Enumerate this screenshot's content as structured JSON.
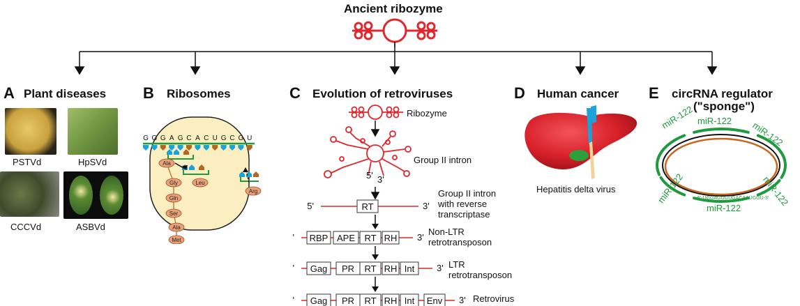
{
  "top": {
    "title": "Ancient ribozyme"
  },
  "panels": {
    "a": {
      "letter": "A",
      "title": "Plant diseases",
      "photos": [
        {
          "label": "PSTVd",
          "color": "#d9b85a"
        },
        {
          "label": "HpSVd",
          "color": "#7fa34f"
        },
        {
          "label": "CCCVd",
          "color": "#4d5a3a"
        },
        {
          "label": "ASBVd",
          "color": "#3f6b2e"
        }
      ]
    },
    "b": {
      "letter": "B",
      "title": "Ribosomes",
      "sequence": [
        "G",
        "G",
        "G",
        "A",
        "G",
        "C",
        "A",
        "C",
        "U",
        "G",
        "C",
        "G",
        "U"
      ],
      "amino_acids": [
        "Ala",
        "Gly",
        "Gln",
        "Ser",
        "Ala",
        "Met",
        "Leu",
        "Arg"
      ]
    },
    "c": {
      "letter": "C",
      "title": "Evolution of retroviruses",
      "ribozyme": "Ribozyme",
      "intron": "Group II intron",
      "five": "5'",
      "three": "3'",
      "stage1": {
        "boxes": [
          "RT"
        ],
        "label_lines": [
          "Group II intron",
          "with reverse",
          "transcriptase"
        ]
      },
      "stage2": {
        "boxes": [
          "RBP",
          "APE",
          "RT",
          "RH"
        ],
        "label_lines": [
          "Non-LTR",
          "retrotransposon"
        ]
      },
      "stage3": {
        "boxes": [
          "Gag",
          "PR",
          "RT",
          "RH",
          "Int"
        ],
        "label_lines": [
          "LTR",
          "retrotransposon"
        ]
      },
      "stage4": {
        "boxes": [
          "Gag",
          "PR",
          "RT",
          "RH",
          "Int",
          "Env"
        ],
        "label_lines": [
          "Retrovirus"
        ]
      }
    },
    "d": {
      "letter": "D",
      "title": "Human cancer",
      "caption": "Hepatitis delta virus"
    },
    "e": {
      "letter": "E",
      "title_line1": "circRNA regulator",
      "title_line2": "(\"sponge\")",
      "mirna": "miR-122",
      "seed": "5'-UGGAGUGUGACAAUGGU-3'"
    }
  },
  "colors": {
    "red": "#e0262b",
    "green": "#1f9a3e",
    "orange": "#c8661e",
    "blue": "#1aa3d9",
    "brown": "#b5651d"
  }
}
